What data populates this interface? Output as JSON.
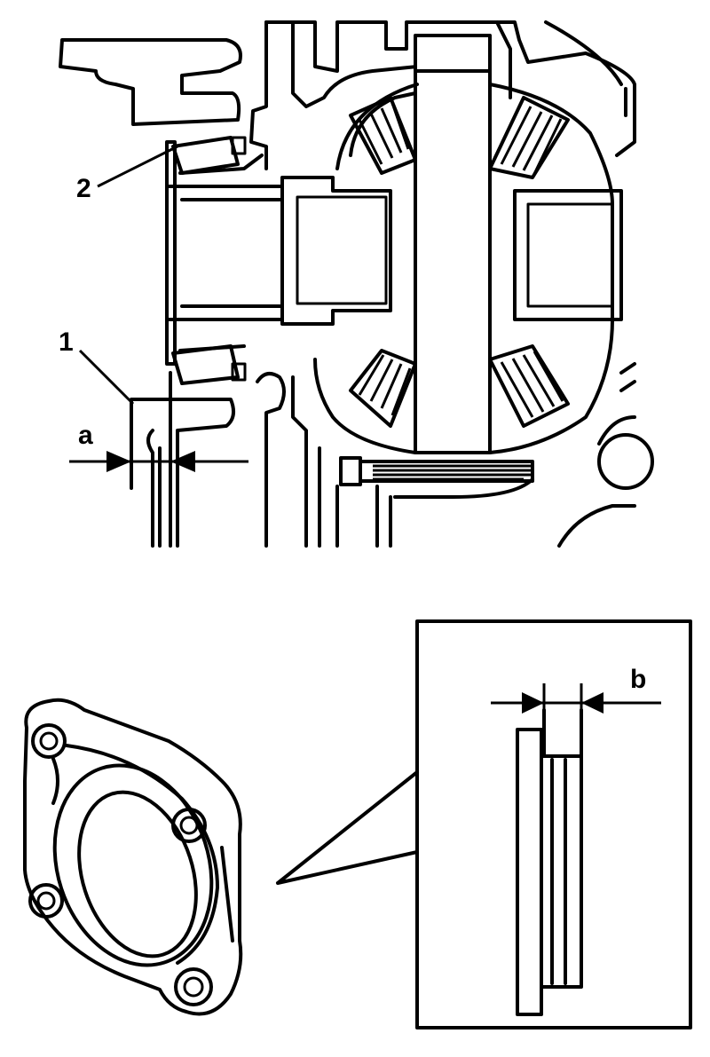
{
  "diagram": {
    "labels": {
      "part_1": "1",
      "part_2": "2",
      "dim_a": "a",
      "dim_b": "b"
    }
  }
}
